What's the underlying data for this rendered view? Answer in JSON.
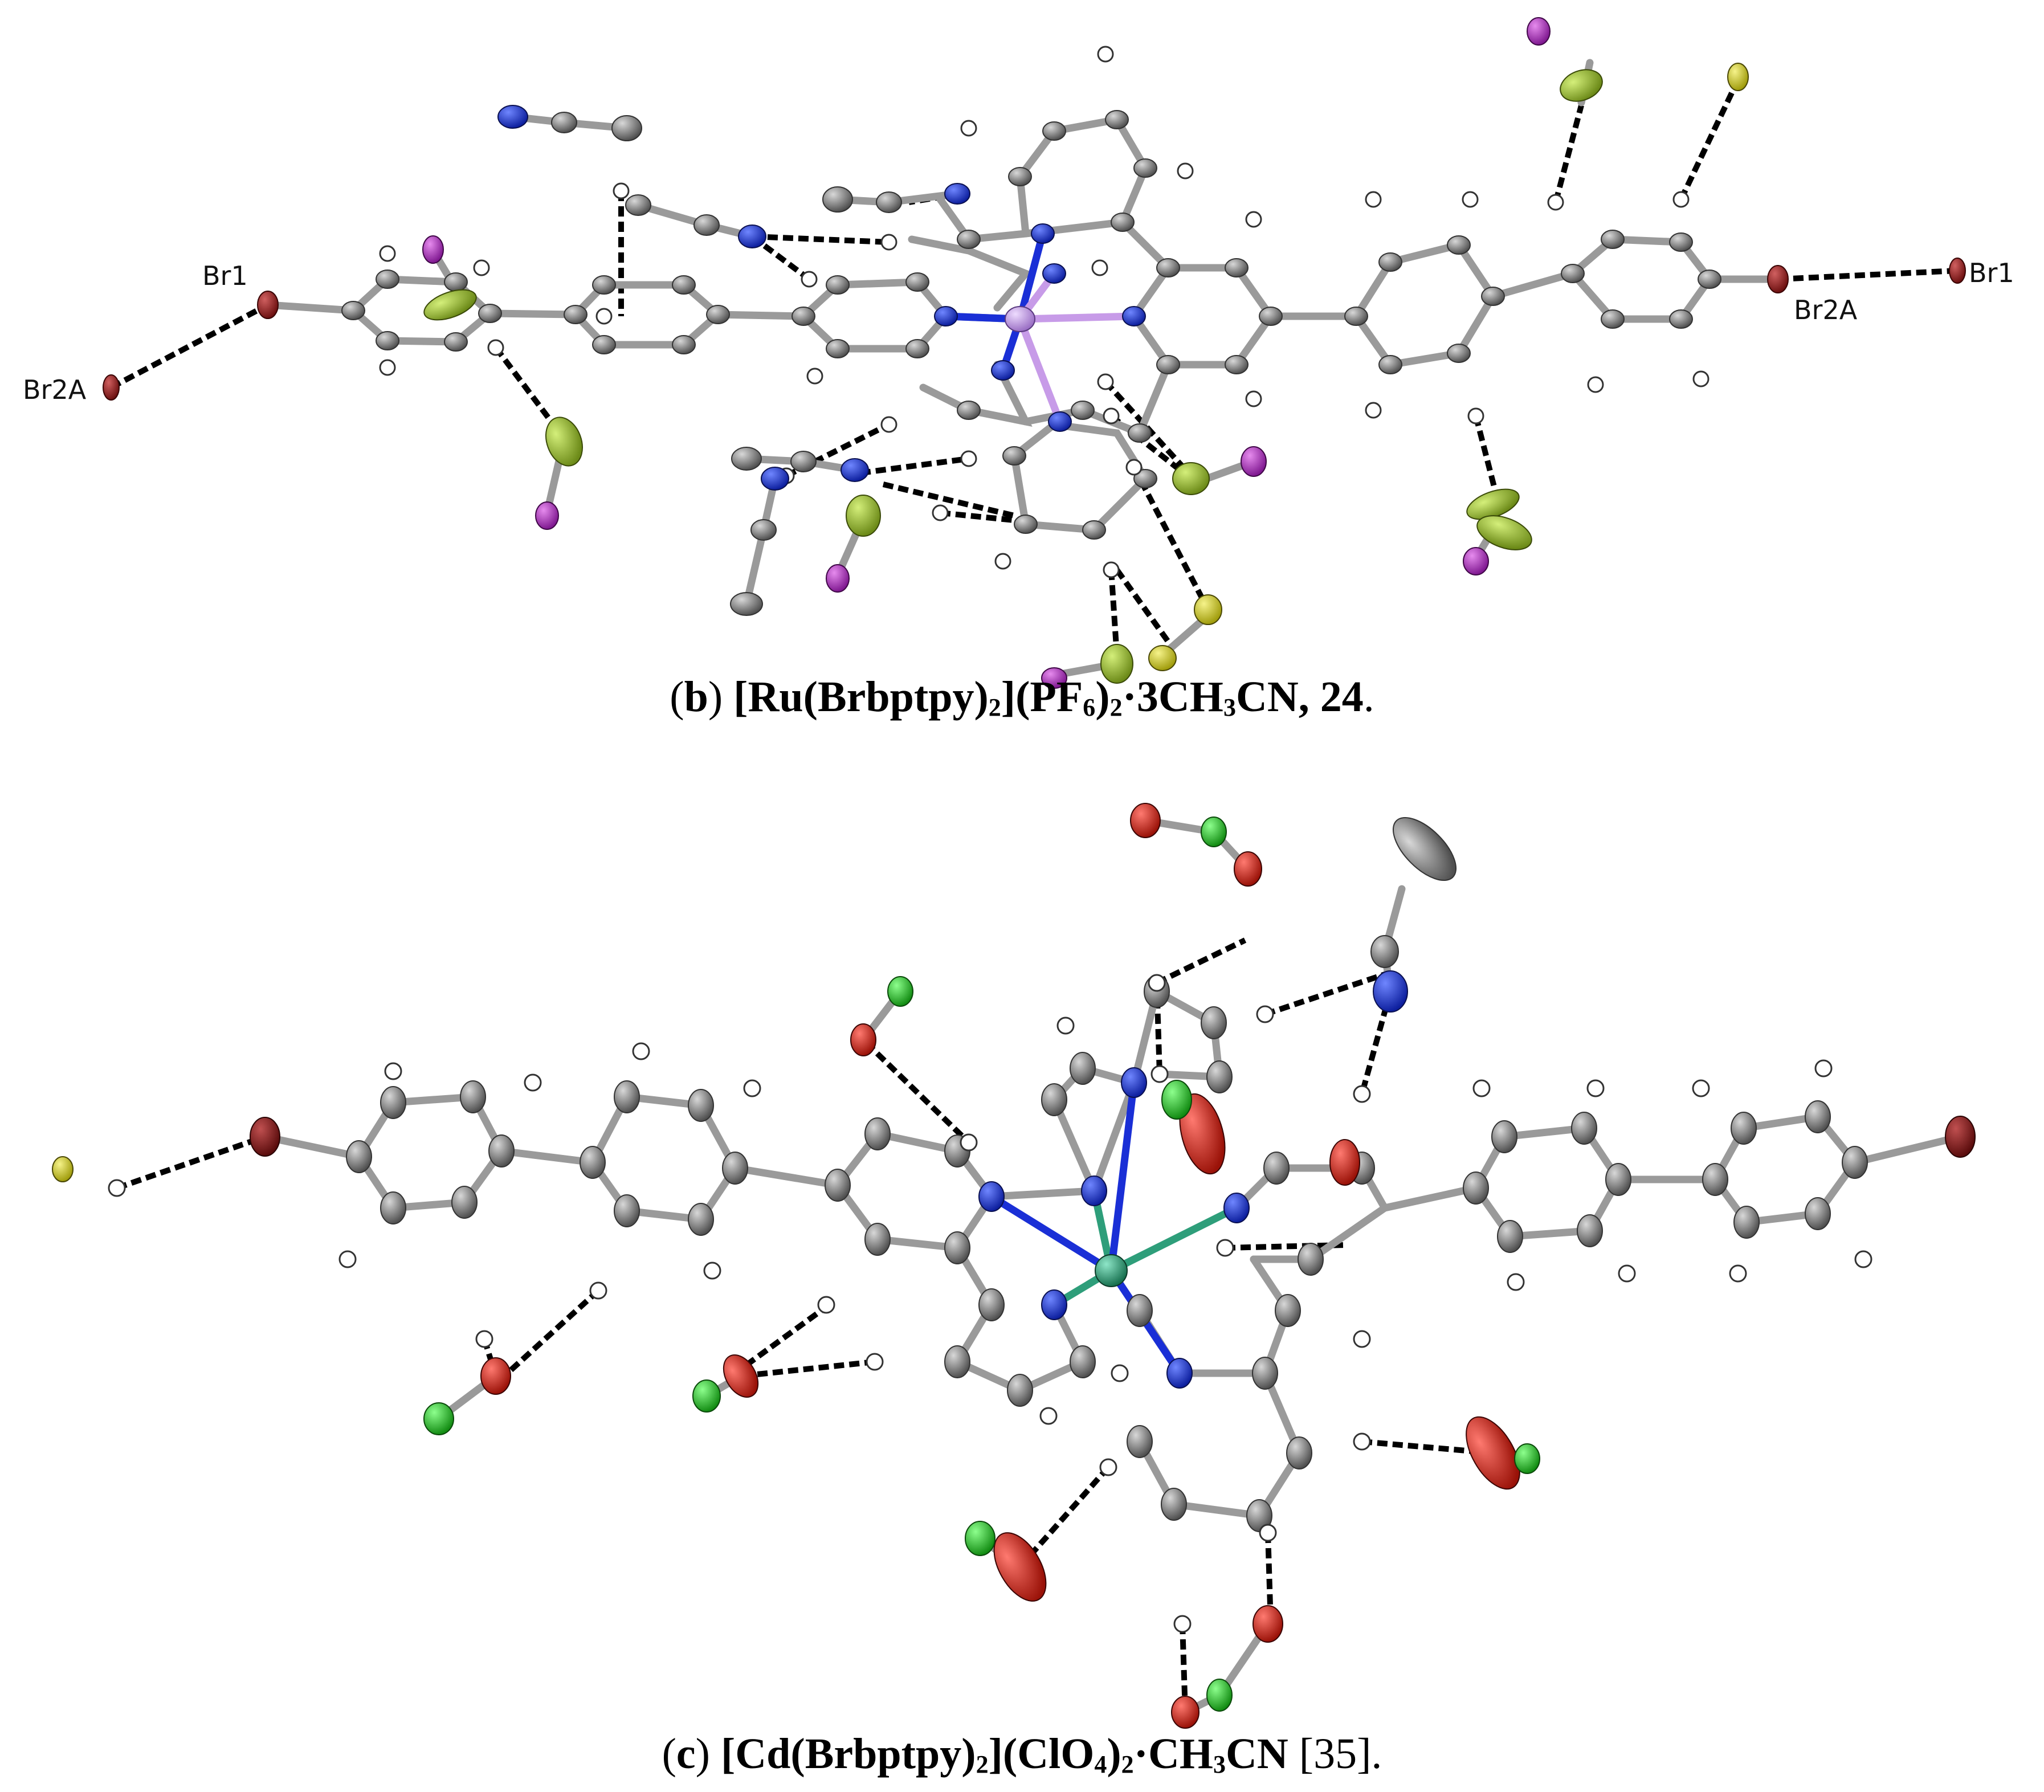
{
  "panels": {
    "b": {
      "caption_letter": "b",
      "caption_formula_parts": [
        "[Ru(Brbptpy)",
        "2",
        "](PF",
        "6",
        ")",
        "2",
        "·3CH",
        "3",
        "CN, 24"
      ],
      "caption_end": ".",
      "atom_labels": {
        "br1_left": "Br1",
        "br2a_left": "Br2A",
        "br1_right": "Br1",
        "br2a_right": "Br2A"
      }
    },
    "c": {
      "caption_letter": "c",
      "caption_formula_parts": [
        "[Cd(Brbptpy)",
        "2",
        "](ClO",
        "4",
        ")",
        "2",
        "·CH",
        "3",
        "CN"
      ],
      "caption_ref": "[35]",
      "caption_end": "."
    }
  },
  "colors": {
    "carbon": "#707070",
    "hydrogen": "#ffffff",
    "nitrogen": "#1a2fd6",
    "bromine": "#8b1a1a",
    "ruthenium": "#c79be8",
    "cadmium": "#2e9e7a",
    "fluorine": "#9bbf2e",
    "phosphorus": "#b82fc2",
    "sulfur_yellow": "#d8d41c",
    "oxygen": "#d6281c",
    "chlorine": "#22c422",
    "bond": "#9a9a9a",
    "contact": "#000000"
  }
}
